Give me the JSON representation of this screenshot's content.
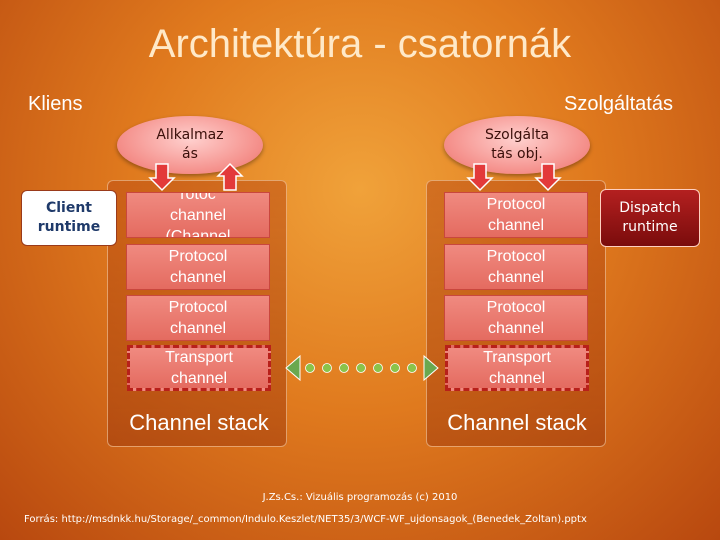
{
  "title": "Architektúra - csatornák",
  "client_label": "Kliens",
  "service_label": "Szolgáltatás",
  "client_app": "Allkalmaz\nás",
  "service_obj": "Szolgálta\ntás obj.",
  "client_runtime": "Client\nruntime",
  "dispatch_runtime": "Dispatch\nruntime",
  "left_stack": {
    "channels": [
      "rotoc\nchannel\n(Channel",
      "Protocol\nchannel",
      "Protocol\nchannel",
      "Transport\nchannel"
    ],
    "label": "Channel stack"
  },
  "right_stack": {
    "channels": [
      "Protocol\nchannel",
      "Protocol\nchannel",
      "Protocol\nchannel",
      "Transport\nchannel"
    ],
    "label": "Channel stack"
  },
  "footer_credit": "J.Zs.Cs.: Vizuális programozás (c) 2010",
  "footer_source": "Forrás: http://msdnkk.hu/Storage/_common/Indulo.Keszlet/NET35/3/WCF-WF_ujdonsagok_(Benedek_Zoltan).pptx",
  "colors": {
    "channel": "#e46b60",
    "runtime": "#8b1010",
    "arrow": "#e03030",
    "dots": "#8bc34a"
  }
}
